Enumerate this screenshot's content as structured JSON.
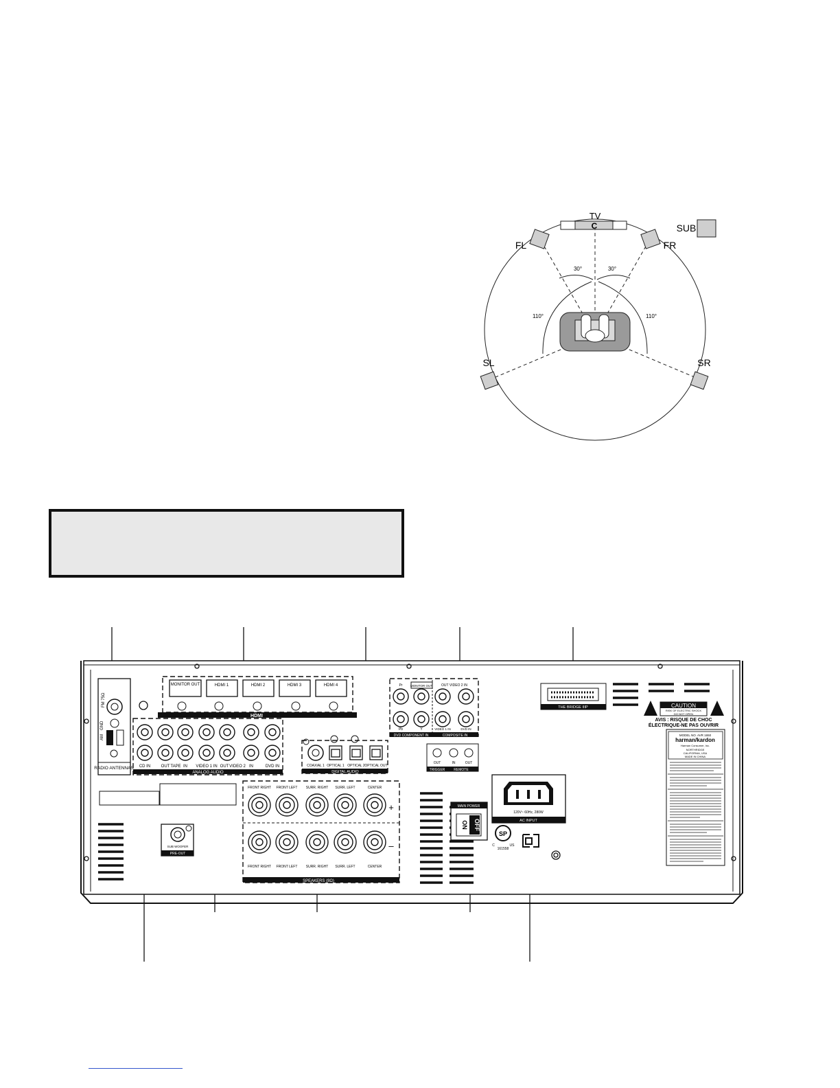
{
  "speaker_diagram": {
    "tv_label": "TV",
    "center_label": "C",
    "sub_label": "SUB",
    "front_left_label": "FL",
    "front_right_label": "FR",
    "surround_left_label": "SL",
    "surround_right_label": "SR",
    "angle_front_left": "30°",
    "angle_front_right": "30°",
    "angle_surround_left": "110°",
    "angle_surround_right": "110°"
  },
  "rear_panel": {
    "hdmi_logo": "HDMI",
    "hdmi_monitor_out": "MONITOR OUT",
    "hdmi_inputs": [
      "HDMI 1",
      "HDMI 2",
      "HDMI 3",
      "HDMI 4"
    ],
    "radio": {
      "fm": "FM 75Ω",
      "am": "AM",
      "gnd": "GND",
      "title": "RADIO ANTENNAS"
    },
    "analog_audio": {
      "labels": [
        "CD IN",
        "OUT",
        "TAPE",
        "IN",
        "VIDEO 1 IN",
        "OUT",
        "VIDEO 2",
        "IN",
        "DVD IN"
      ],
      "title": "ANALOG AUDIO"
    },
    "digital_audio": {
      "labels": [
        "COAXIAL 1",
        "OPTICAL 1",
        "OPTICAL 2",
        "OPTICAL OUT"
      ],
      "title": "DIGITAL AUDIO"
    },
    "video": {
      "pr": "Pr",
      "pb": "Pb",
      "y": "Y",
      "monitor_out": "MONITOR OUT",
      "out_video2_in": "OUT  VIDEO 2  IN",
      "video1_in": "VIDEO 1 IN",
      "dvd_in": "DVD IN",
      "component_title": "DVD COMPONENT IN",
      "composite_title": "COMPOSITE IN"
    },
    "trigger_remote": {
      "out": "OUT",
      "in": "IN",
      "out2": "OUT",
      "trigger": "TRIGGER",
      "remote": "REMOTE"
    },
    "bridge": "THE BRIDGE IIIP",
    "caution": {
      "title": "CAUTION",
      "line1": "RISK OF ELECTRIC SHOCK",
      "line2": "DO NOT OPEN",
      "avis1": "AVIS : RISQUE DE CHOC",
      "avis2": "ÉLECTRIQUE-NE PAS OUVRIR"
    },
    "label_block": {
      "model": "MODEL NO. AVR 1650",
      "brand": "harman/kardon",
      "line1": "Harman Consumer, Inc.",
      "line2": "NORTHRIDGE",
      "line3": "CALIFORNIA, USA",
      "line4": "MADE IN CHINA"
    },
    "speakers": {
      "top_labels": [
        "FRONT RIGHT",
        "FRONT LEFT",
        "SURR. RIGHT",
        "SURR. LEFT",
        "CENTER"
      ],
      "bottom_labels": [
        "FRONT RIGHT",
        "FRONT LEFT",
        "SURR. RIGHT",
        "SURR. LEFT",
        "CENTER"
      ],
      "plus": "+",
      "minus": "–",
      "title": "SPEAKERS (8Ω)"
    },
    "subwoofer": {
      "label": "SUB WOOFER",
      "title": "PRE-OUT"
    },
    "main_power": {
      "title": "MAIN POWER",
      "on": "ON",
      "off": "OFF"
    },
    "ac_input": {
      "rating": "120V~ 60Hz, 280W",
      "title": "AC INPUT"
    },
    "cert": {
      "csa": "SP",
      "c": "C",
      "us": "US",
      "number": "161558"
    }
  }
}
